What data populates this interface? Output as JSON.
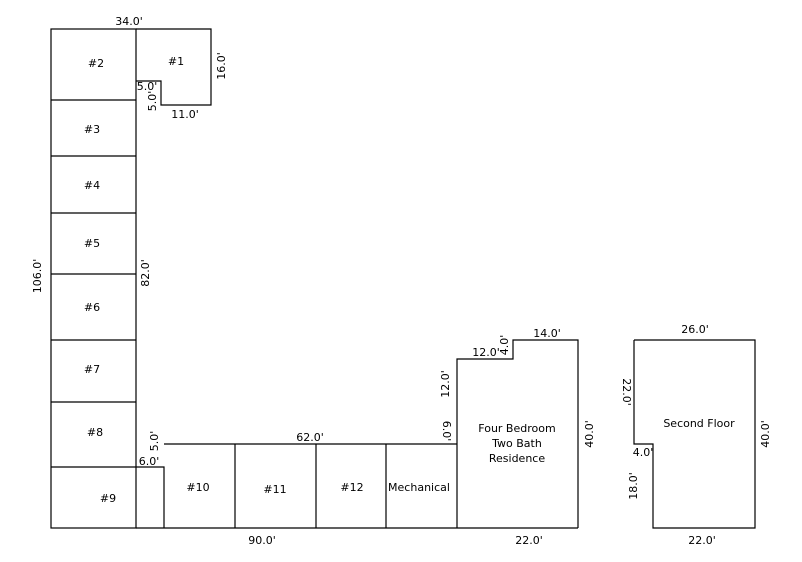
{
  "units": {
    "u1": "#1",
    "u2": "#2",
    "u3": "#3",
    "u4": "#4",
    "u5": "#5",
    "u6": "#6",
    "u7": "#7",
    "u8": "#8",
    "u9": "#9",
    "u10": "#10",
    "u11": "#11",
    "u12": "#12",
    "mechanical": "Mechanical"
  },
  "residence": {
    "line1": "Four Bedroom",
    "line2": "Two Bath",
    "line3": "Residence"
  },
  "second_floor": {
    "label": "Second Floor"
  },
  "dims": {
    "top_34": "34.0'",
    "u1_16": "16.0'",
    "notch_5a": "5.0'",
    "notch_5b": "5.0'",
    "u1_11": "11.0'",
    "left_106": "106.0'",
    "inner_82": "82.0'",
    "step_5": "5.0'",
    "step_6": "6.0'",
    "mid_62": "62.0'",
    "bottom_90": "90.0'",
    "res_6": "6.0'",
    "res_12v": "12.0'",
    "res_12h": "12.0'",
    "res_4": "4.0'",
    "res_14": "14.0'",
    "res_40": "40.0'",
    "res_22": "22.0'",
    "sf_26": "26.0'",
    "sf_22v": "22.0'",
    "sf_4": "4.0'",
    "sf_18": "18.0'",
    "sf_40": "40.0'",
    "sf_22h": "22.0'"
  }
}
